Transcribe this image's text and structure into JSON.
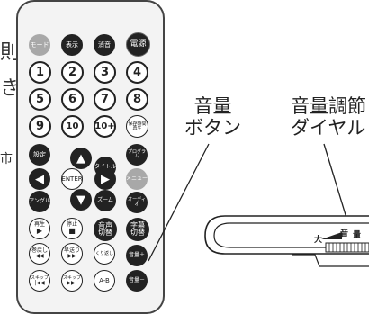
{
  "left_fragments": {
    "top": "則",
    "middle": "き",
    "bottom": "市"
  },
  "remote": {
    "row1": [
      "モード",
      "表示",
      "消音",
      "電源"
    ],
    "numbers": [
      "1",
      "2",
      "3",
      "4",
      "5",
      "6",
      "7",
      "8",
      "9",
      "10",
      "10+"
    ],
    "program_memory": "保存時間\n再生",
    "side_buttons": {
      "settings": "設定",
      "title": "タイトル",
      "program": "プログラム",
      "menu": "メニュー",
      "angle": "アングル",
      "zoom": "ズーム",
      "audio": "オーディオ"
    },
    "enter": "ENTER",
    "bottom": {
      "play": "再生",
      "stop": "停止",
      "audio_switch": "音声\n切替",
      "subtitle_switch": "字幕\n切替",
      "rewind": "巻戻し",
      "fast_forward": "早送り",
      "repeat": "くり返し",
      "volume_up": "音量＋",
      "skip_back": "スキップ",
      "skip_forward": "スキップ",
      "ab": "A-B",
      "volume_down": "音量－"
    },
    "glyphs": {
      "up": "▲",
      "down": "▼",
      "left": "◀",
      "right": "▶",
      "play": "▶",
      "stop": "■",
      "rew": "◀◀",
      "ff": "▶▶",
      "skipb": "|◀◀",
      "skipf": "▶▶|"
    }
  },
  "labels": {
    "volume_button": "音量\nボタン",
    "volume_dial": "音量調節\nダイヤル"
  },
  "device": {
    "dial_label_top": "音",
    "dial_label_big": "大",
    "dial_label_vol": "量"
  }
}
